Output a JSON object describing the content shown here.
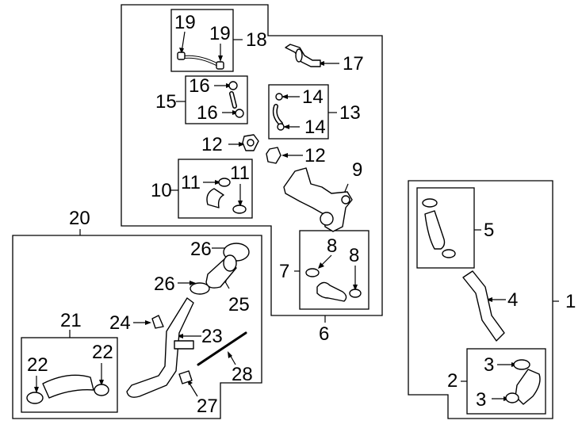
{
  "callouts": {
    "c1": "1",
    "c2": "2",
    "c3a": "3",
    "c3b": "3",
    "c4": "4",
    "c5": "5",
    "c6": "6",
    "c7": "7",
    "c8a": "8",
    "c8b": "8",
    "c9": "9",
    "c10": "10",
    "c11a": "11",
    "c11b": "11",
    "c12a": "12",
    "c12b": "12",
    "c13": "13",
    "c14a": "14",
    "c14b": "14",
    "c15": "15",
    "c16a": "16",
    "c16b": "16",
    "c17": "17",
    "c18": "18",
    "c19a": "19",
    "c19b": "19",
    "c20": "20",
    "c21": "21",
    "c22a": "22",
    "c22b": "22",
    "c23": "23",
    "c24": "24",
    "c25": "25",
    "c26a": "26",
    "c26b": "26",
    "c27": "27",
    "c28": "28"
  },
  "colors": {
    "line": "#000000",
    "background": "#ffffff"
  }
}
